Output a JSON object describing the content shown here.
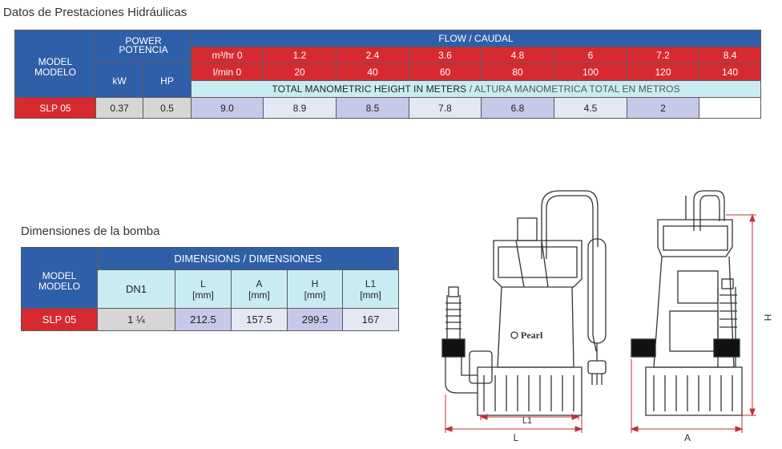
{
  "perf": {
    "title": "Datos de Prestaciones Hidráulicas",
    "model_label": [
      "MODEL",
      "MODELO"
    ],
    "power_label": [
      "POWER",
      "POTENCIA"
    ],
    "kw": "kW",
    "hp": "HP",
    "flow_label": "FLOW / CAUDAL",
    "m3hr_label": "m³/hr",
    "lmin_label": "l/min",
    "m3hr": [
      "0",
      "1.2",
      "2.4",
      "3.6",
      "4.8",
      "6",
      "7.2",
      "8.4"
    ],
    "lmin": [
      "0",
      "20",
      "40",
      "60",
      "80",
      "100",
      "120",
      "140"
    ],
    "head_label_en": "TOTAL MANOMETRIC HEIGHT IN METERS",
    "head_label_es": " / ALTURA MANOMETRICA TOTAL EN METROS",
    "row": {
      "model": "SLP 05",
      "kw": "0.37",
      "hp": "0.5",
      "heads": [
        "9.0",
        "8.9",
        "8.5",
        "7.8",
        "6.8",
        "4.5",
        "2",
        ""
      ]
    }
  },
  "dims": {
    "title": "Dimensiones de la bomba",
    "model_label": [
      "MODEL",
      "MODELO"
    ],
    "header": "DIMENSIONS / DIMENSIONES",
    "cols": [
      {
        "name": "DN1",
        "unit": ""
      },
      {
        "name": "L",
        "unit": "[mm]"
      },
      {
        "name": "A",
        "unit": "[mm]"
      },
      {
        "name": "H",
        "unit": "[mm]"
      },
      {
        "name": "L1",
        "unit": "[mm]"
      }
    ],
    "row": {
      "model": "SLP 05",
      "values": [
        "1 ¼",
        "212.5",
        "157.5",
        "299.5",
        "167"
      ]
    }
  },
  "drawing": {
    "brand": "Pearl",
    "label_L": "L",
    "label_L1": "L1",
    "label_A": "A",
    "label_H": "H",
    "accent": "#c0303a"
  }
}
